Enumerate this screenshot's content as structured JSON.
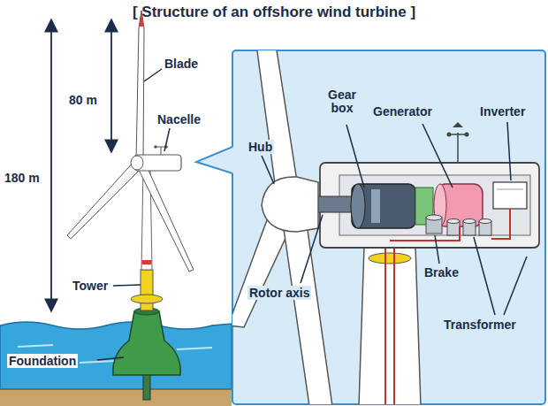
{
  "diagram": {
    "title": "[ Structure of an offshore wind turbine ]",
    "labels": [
      "Blade",
      "80 m",
      "Nacelle",
      "180 m",
      "Hub",
      "Gear box",
      "Generator",
      "Inverter",
      "Tower",
      "Rotor axis",
      "Brake",
      "Transformer",
      "Foundation"
    ]
  }
}
